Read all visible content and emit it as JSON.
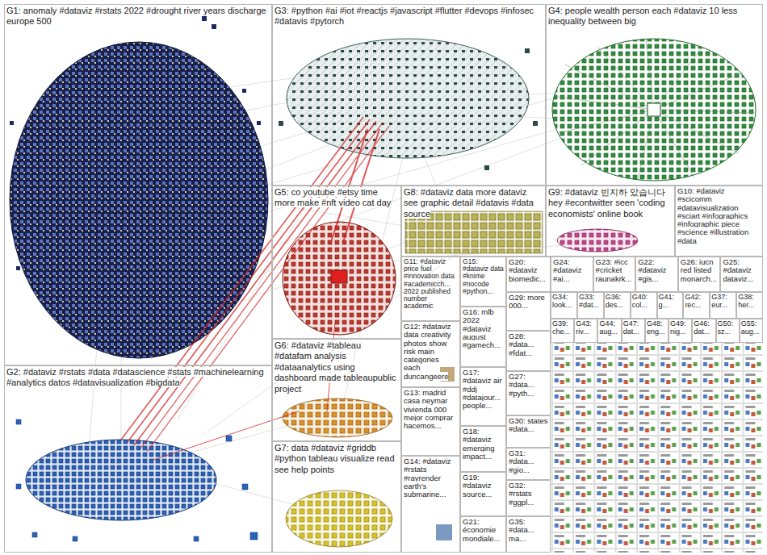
{
  "diagram": {
    "nodes": [
      {
        "text": [
          "G1: anomaly #dataviz #rstats 2022 #drought river years discharge europe 500"
        ]
      },
      {
        "text": [
          "G2: #dataviz #rstats #data #datascience #stats #machinelearning #analytics datos #datavisualization #bigdata"
        ]
      },
      {
        "text": [
          "G3: #python #ai #iot #reactjs #javascript #flutter #devops #infosec #datavis #pytorch"
        ]
      },
      {
        "text": [
          "G4: people wealth person each #dataviz 10 less inequality between big"
        ]
      },
      {
        "text": [
          "G5: co youtube #etsy time more make #nft video cat day"
        ]
      },
      {
        "text": [
          "G6: #dataviz #tableau #datafam analysis #dataanalytics using dashboard made tableaupublic project"
        ]
      },
      {
        "text": [
          "G7: data #dataviz #griddb #python tableau visualize read see help points"
        ]
      },
      {
        "text": [
          "G8: #dataviz data more dataviz see graphic detail #datavis #data source"
        ]
      },
      {
        "text": [
          "G9: #dataviz 빈지하 았습니다 hey #econtwitter seen 'coding economists' online book"
        ]
      },
      {
        "text": [
          "G10: #dataviz #scicomm #datavisualization #sciart #infographics #infographic piece #science #illustration #data"
        ]
      },
      {
        "text": [
          "G11: #dataviz price fuel #innovation data #academicch... 2022 published number academic"
        ]
      },
      {
        "text": [
          "G12: #dataviz data creativity photos show risk main categories each duncangeere"
        ]
      },
      {
        "text": [
          "G13: madrid casa neymar vivienda 000 mejor comprar hacemos..."
        ]
      },
      {
        "text": [
          "G14: #dataviz #rstats #rayrender earth's submarine..."
        ]
      },
      {
        "text": [
          "G15: #dataviz data #knime #nocode #python..."
        ]
      },
      {
        "text": [
          "G16: mlb 2022 #dataviz august #gamech..."
        ]
      },
      {
        "text": [
          "G17: #dataviz air #ddj #datajour... people..."
        ]
      },
      {
        "text": [
          "G18: #dataviz emerging impact..."
        ]
      },
      {
        "text": [
          "G19: #dataviz source..."
        ]
      },
      {
        "text": [
          "G21: économie mondiale..."
        ]
      },
      {
        "text": [
          "G20: #dataviz biomedic..."
        ]
      },
      {
        "text": [
          "G29: more 000..."
        ]
      },
      {
        "text": [
          "G28: #data... #fdat..."
        ]
      },
      {
        "text": [
          "G27: #data... #pyth..."
        ]
      },
      {
        "text": [
          "G30: states #data..."
        ]
      },
      {
        "text": [
          "G31: #data... #gio..."
        ]
      },
      {
        "text": [
          "G32: #rstats #ggpl..."
        ]
      },
      {
        "text": [
          "G35: #data... ma..."
        ]
      },
      {
        "text": [
          "G24: #dataviz #ai..."
        ]
      },
      {
        "text": [
          "G23: #icc #cricket raunakrk..."
        ]
      },
      {
        "text": [
          "G22: #dataviz #gis..."
        ]
      },
      {
        "text": [
          "G26: iucn red listed monarch..."
        ]
      },
      {
        "text": [
          "G25: #dataviz dataviz..."
        ]
      },
      {
        "text": [
          "G34: look..."
        ]
      },
      {
        "text": [
          "G33: #dat..."
        ]
      },
      {
        "text": [
          "G36: des..."
        ]
      },
      {
        "text": [
          "G40: col..."
        ]
      },
      {
        "text": [
          "G41: g..."
        ]
      },
      {
        "text": [
          "G42: rec..."
        ]
      },
      {
        "text": [
          "G37: eur..."
        ]
      },
      {
        "text": [
          "G38: her..."
        ]
      },
      {
        "text": [
          "G39: che..."
        ]
      },
      {
        "text": [
          "G43: riv..."
        ]
      },
      {
        "text": [
          "G44: aug..."
        ]
      },
      {
        "text": [
          "G47: dat..."
        ]
      },
      {
        "text": [
          "G48: eng..."
        ]
      },
      {
        "text": [
          "G49: nig..."
        ]
      },
      {
        "text": [
          "G46: dat..."
        ]
      },
      {
        "text": [
          "G50: sz..."
        ]
      },
      {
        "text": [
          "G55: aug..."
        ]
      }
    ]
  }
}
